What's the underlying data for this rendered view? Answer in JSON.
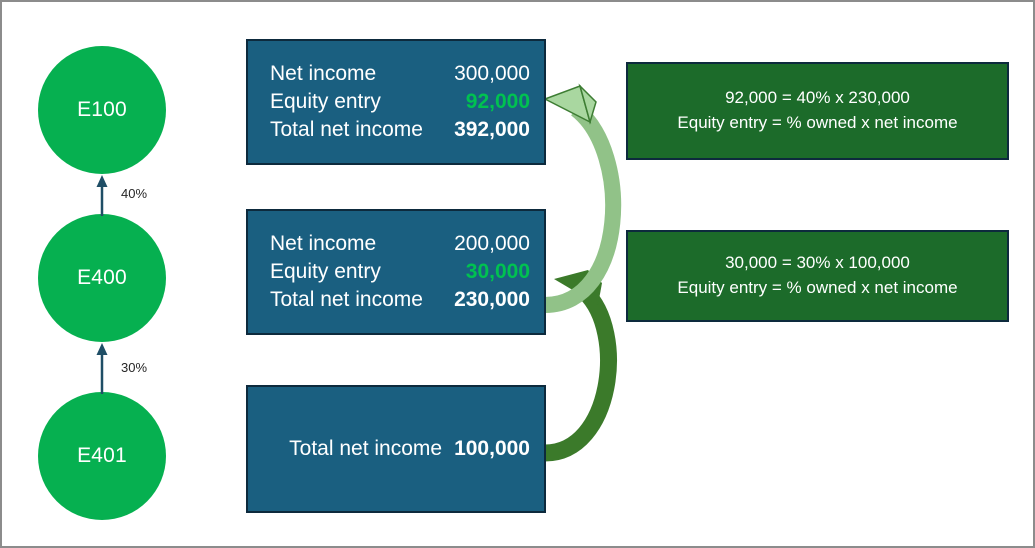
{
  "diagram": {
    "title": "Equity method consolidation diagram",
    "background_color": "#ffffff",
    "frame_color": "#8c8c8c"
  },
  "colors": {
    "entity_green": "#06b050",
    "statement_blue": "#1a5f80",
    "note_green": "#1c6b2a",
    "equity_value_green": "#00c250",
    "connector_navy": "#1f4e66",
    "arrow_light_green": "#a9d7a0",
    "arrow_dark_green": "#3b7a2a",
    "box_border_navy": "#0d2a3d"
  },
  "entities": [
    {
      "name": "entity-e100",
      "label": "E100"
    },
    {
      "name": "entity-e400",
      "label": "E400"
    },
    {
      "name": "entity-e401",
      "label": "E401"
    }
  ],
  "ownership": [
    {
      "name": "ownership-e400-to-e100",
      "percent": "40%",
      "from": "E400",
      "to": "E100"
    },
    {
      "name": "ownership-e401-to-e400",
      "percent": "30%",
      "from": "E401",
      "to": "E400"
    }
  ],
  "statements": [
    {
      "entity": "E100",
      "rows": [
        {
          "label": "Net income",
          "value": "300,000",
          "style": "plain"
        },
        {
          "label": "Equity entry",
          "value": "92,000",
          "style": "equity"
        },
        {
          "label": "Total net income",
          "value": "392,000",
          "style": "total"
        }
      ]
    },
    {
      "entity": "E400",
      "rows": [
        {
          "label": "Net income",
          "value": "200,000",
          "style": "plain"
        },
        {
          "label": "Equity entry",
          "value": "30,000",
          "style": "equity"
        },
        {
          "label": "Total net income",
          "value": "230,000",
          "style": "total"
        }
      ]
    },
    {
      "entity": "E401",
      "rows": [
        {
          "label": "Total net income",
          "value": "100,000",
          "style": "total"
        }
      ]
    }
  ],
  "notes": [
    {
      "name": "note-equity-entry-e100",
      "line1": "92,000 = 40% x 230,000",
      "line2": "Equity entry = % owned x net income"
    },
    {
      "name": "note-equity-entry-e400",
      "line1": "30,000 = 30% x 100,000",
      "line2": "Equity entry = % owned x net income"
    }
  ],
  "flow_arrows": [
    {
      "name": "equity-flow-e400-to-e100",
      "from": "E400 total net income 230,000",
      "to": "E100 equity entry 92,000",
      "color": "#a9d7a0"
    },
    {
      "name": "equity-flow-e401-to-e400",
      "from": "E401 total net income 100,000",
      "to": "E400 equity entry 30,000",
      "color": "#3b7a2a"
    }
  ]
}
